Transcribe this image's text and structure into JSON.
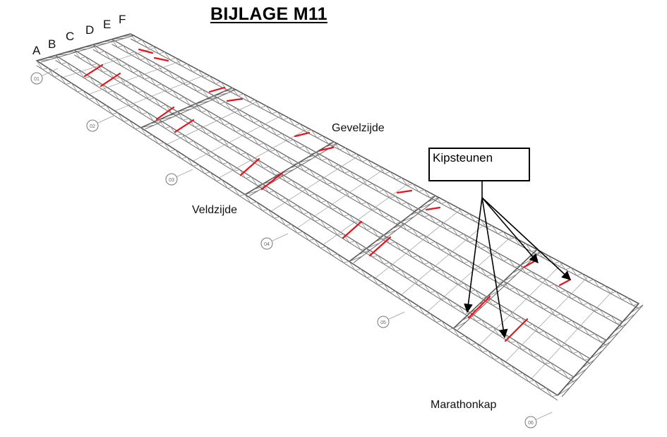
{
  "title": "BIJLAGE M11",
  "column_letters": [
    "A",
    "B",
    "C",
    "D",
    "E",
    "F"
  ],
  "grid_numbers": [
    "01",
    "02",
    "03",
    "04",
    "05",
    "06"
  ],
  "labels": {
    "gevelzijde": "Gevelzijde",
    "veldzijde": "Veldzijde",
    "marathonkap": "Marathonkap"
  },
  "callout": {
    "text": "Kipsteunen"
  },
  "colors": {
    "frame": "#6a6a6a",
    "kipsteun": "#e8141c",
    "text": "#000000"
  }
}
